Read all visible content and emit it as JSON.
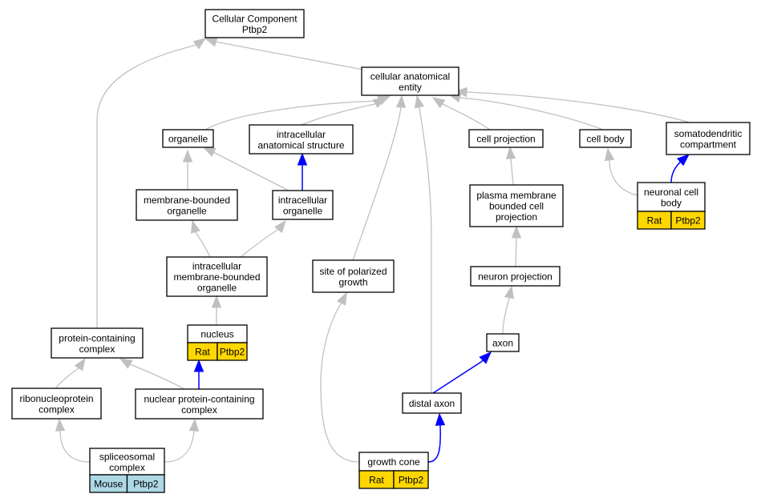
{
  "colors": {
    "is_a_edge": "#c0c0c0",
    "part_of_edge": "#0000ff",
    "rat_annotation": "#ffd700",
    "mouse_annotation": "#add8e6"
  },
  "nodes": {
    "root": [
      "Cellular Component",
      "Ptbp2"
    ],
    "cae": [
      "cellular anatomical",
      "entity"
    ],
    "organelle": [
      "organelle"
    ],
    "ias": [
      "intracellular",
      "anatomical structure"
    ],
    "cellproj": [
      "cell projection"
    ],
    "cellbody": [
      "cell body"
    ],
    "somato": [
      "somatodendritic",
      "compartment"
    ],
    "mbo": [
      "membrane-bounded",
      "organelle"
    ],
    "intraorg": [
      "intracellular",
      "organelle"
    ],
    "pmbcp": [
      "plasma membrane",
      "bounded cell",
      "projection"
    ],
    "ncb": [
      "neuronal cell",
      "body"
    ],
    "imbo": [
      "intracellular",
      "membrane-bounded",
      "organelle"
    ],
    "spg": [
      "site of polarized",
      "growth"
    ],
    "neuronproj": [
      "neuron projection"
    ],
    "pcc": [
      "protein-containing",
      "complex"
    ],
    "nucleus": [
      "nucleus"
    ],
    "axon": [
      "axon"
    ],
    "rnp": [
      "ribonucleoprotein",
      "complex"
    ],
    "npcc": [
      "nuclear protein-containing",
      "complex"
    ],
    "distalaxon": [
      "distal axon"
    ],
    "spliceo": [
      "spliceosomal",
      "complex"
    ],
    "growthcone": [
      "growth cone"
    ]
  },
  "annotations": {
    "ncb": [
      "Rat",
      "Ptbp2"
    ],
    "nucleus": [
      "Rat",
      "Ptbp2"
    ],
    "spliceo": [
      "Mouse",
      "Ptbp2"
    ],
    "growthcone": [
      "Rat",
      "Ptbp2"
    ]
  }
}
